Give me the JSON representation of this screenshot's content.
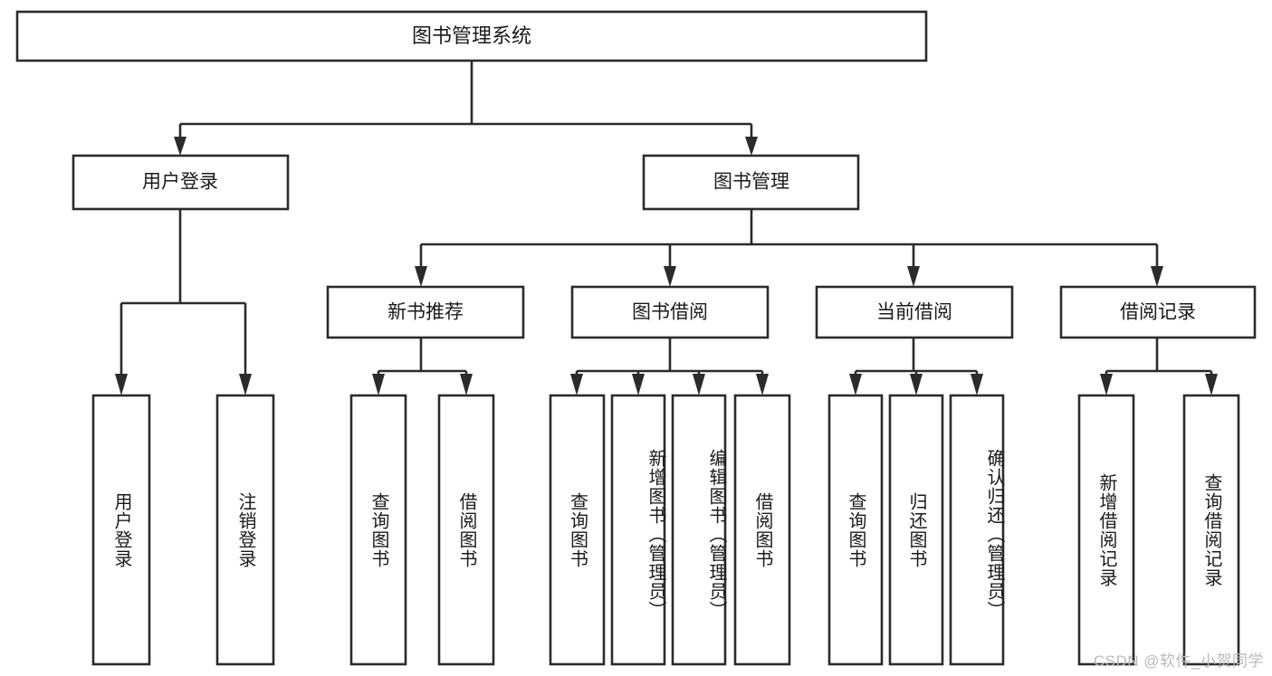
{
  "diagram": {
    "type": "tree-hierarchy-flowchart",
    "title": "图书管理系统",
    "colors": {
      "stroke": "#2b2b2b",
      "box_fill": "#ffffff",
      "text": "#1a1a1a",
      "background": "#ffffff",
      "watermark": "#b9b9b9"
    },
    "root": {
      "label": "图书管理系统",
      "orientation": "horizontal"
    },
    "level2": [
      {
        "id": "user-login",
        "label": "用户登录",
        "orientation": "horizontal"
      },
      {
        "id": "book-management",
        "label": "图书管理",
        "orientation": "horizontal"
      }
    ],
    "level3": [
      {
        "id": "new-book-recommend",
        "label": "新书推荐",
        "orientation": "horizontal",
        "parent": "book-management"
      },
      {
        "id": "book-borrow",
        "label": "图书借阅",
        "orientation": "horizontal",
        "parent": "book-management"
      },
      {
        "id": "current-borrow",
        "label": "当前借阅",
        "orientation": "horizontal",
        "parent": "book-management"
      },
      {
        "id": "borrow-record",
        "label": "借阅记录",
        "orientation": "horizontal",
        "parent": "book-management"
      }
    ],
    "leaves": {
      "user-login": [
        {
          "id": "leaf-user-login",
          "label": "用户登录"
        },
        {
          "id": "leaf-logout",
          "label": "注销登录"
        }
      ],
      "new-book-recommend": [
        {
          "id": "leaf-query-book-1",
          "label": "查询图书"
        },
        {
          "id": "leaf-borrow-book-1",
          "label": "借阅图书"
        }
      ],
      "book-borrow": [
        {
          "id": "leaf-query-book-2",
          "label": "查询图书"
        },
        {
          "id": "leaf-add-book",
          "label": "新增图书（管理员）"
        },
        {
          "id": "leaf-edit-book",
          "label": "编辑图书（管理员）"
        },
        {
          "id": "leaf-borrow-book-2",
          "label": "借阅图书"
        }
      ],
      "current-borrow": [
        {
          "id": "leaf-query-book-3",
          "label": "查询图书"
        },
        {
          "id": "leaf-return-book",
          "label": "归还图书"
        },
        {
          "id": "leaf-confirm-return",
          "label": "确认归还（管理员）"
        }
      ],
      "borrow-record": [
        {
          "id": "leaf-add-record",
          "label": "新增借阅记录"
        },
        {
          "id": "leaf-query-record",
          "label": "查询借阅记录"
        }
      ]
    }
  },
  "watermark": {
    "text": "CSDN @软件_小贺同学"
  }
}
